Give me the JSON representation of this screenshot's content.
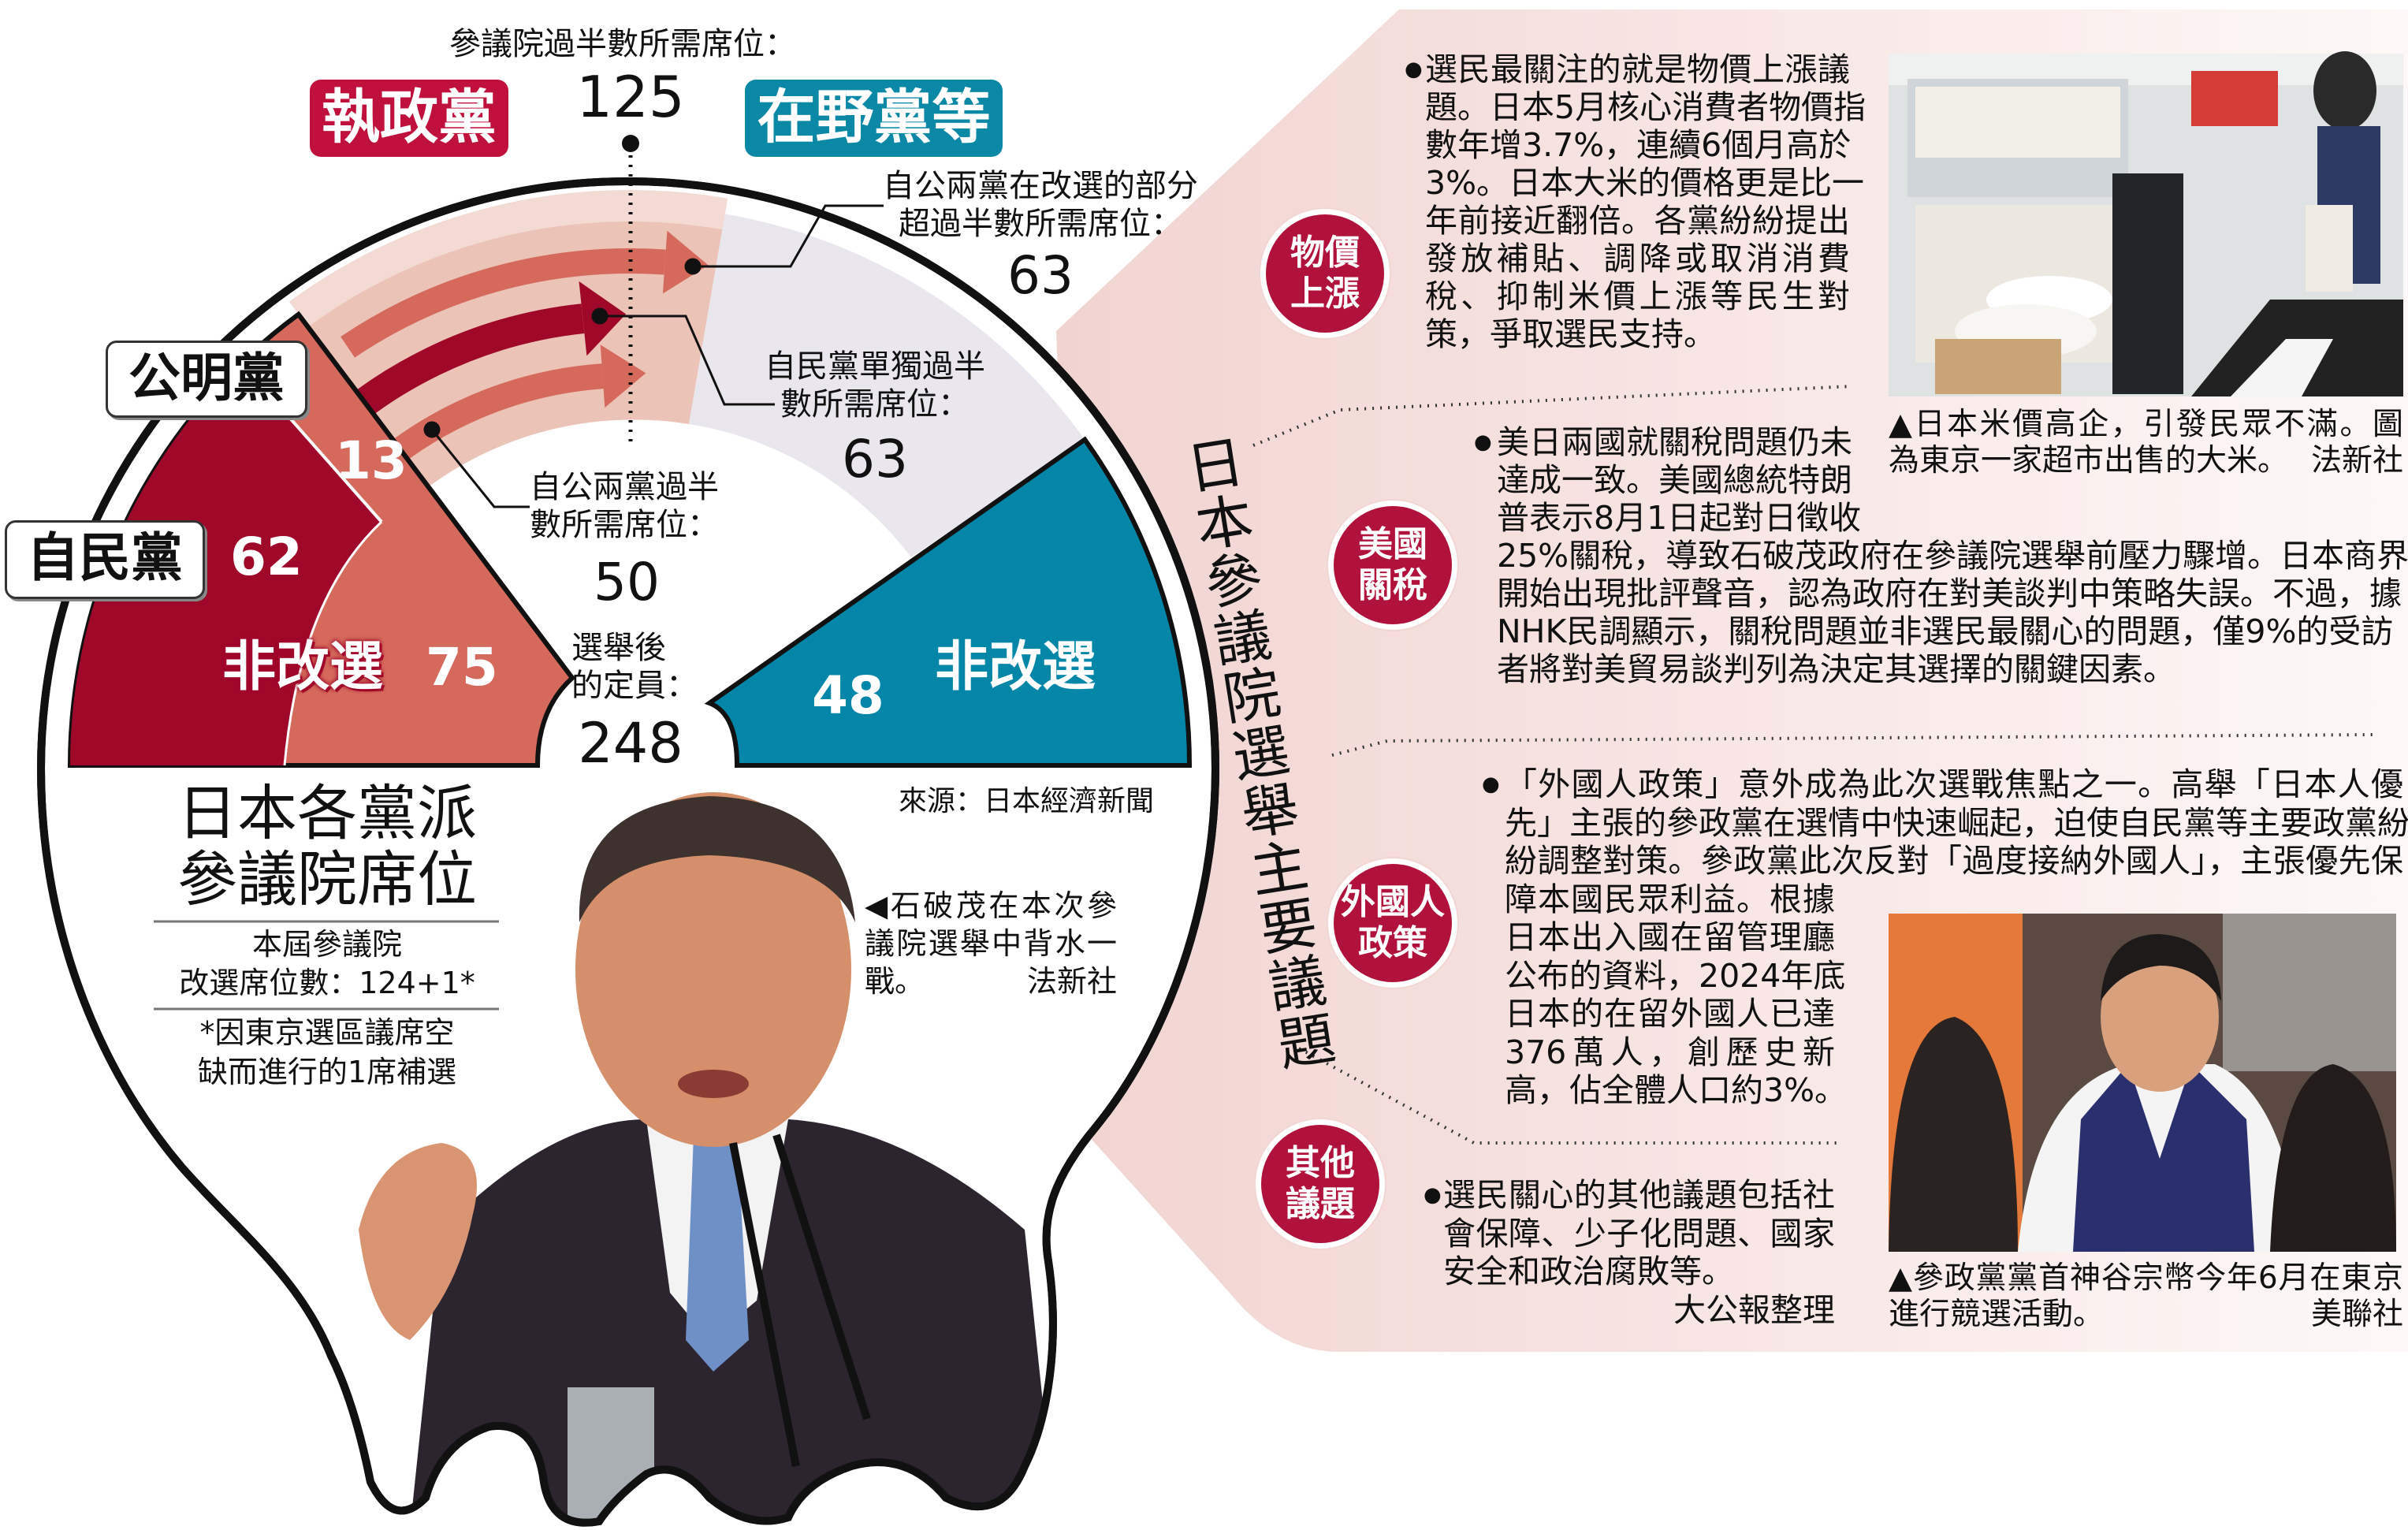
{
  "colors": {
    "ruling": "#c0103c",
    "ldp": "#a0082a",
    "komeito": "#d4695c",
    "opposition": "#0386a8",
    "majority_band": "#ebc3b7",
    "opposition_band": "#e9e6ee",
    "badge": "#b0123c",
    "panel_pink": "#f3dcd8"
  },
  "header": {
    "majority_label": "參議院過半數所需席位：",
    "majority_value": "125",
    "ruling_label": "執政黨",
    "opposition_label": "在野黨等"
  },
  "chart": {
    "komeito_label": "公明黨",
    "komeito_value": "13",
    "ldp_label": "自民黨",
    "ldp_value": "62",
    "ruling_nonelection_label": "非改選",
    "ruling_nonelection_value": "75",
    "opposition_nonelection_label": "非改選",
    "opposition_nonelection_value": "48",
    "total_label": [
      "選舉後",
      "的定員："
    ],
    "total_value": "248",
    "annotations": [
      {
        "lines": [
          "自公兩黨在改選的部分",
          "超過半數所需席位："
        ],
        "value": "63"
      },
      {
        "lines": [
          "自民黨單獨過半",
          "數所需席位："
        ],
        "value": "63"
      },
      {
        "lines": [
          "自公兩黨過半",
          "數所需席位："
        ],
        "value": "50"
      }
    ],
    "source": "來源：日本經濟新聞"
  },
  "title": {
    "lines": [
      "日本各黨派",
      "參議院席位"
    ]
  },
  "note": {
    "lines": [
      "本屆參議院",
      "改選席位數：124+1*"
    ],
    "footnote": [
      "*因東京選區議席空",
      "缺而進行的1席補選"
    ]
  },
  "ishiba_caption": {
    "lines": [
      "◀石破茂在本次參",
      "議院選舉中背水一",
      "戰。"
    ],
    "credit": "法新社"
  },
  "issues_title": "日本參議院選舉主要議題",
  "issues": [
    {
      "badge": [
        "物價",
        "上漲"
      ],
      "lines": [
        "選民最關注的就是物價上漲議",
        "題。日本5月核心消費者物價指",
        "數年增3.7%，連續6個月高於",
        "3%。日本大米的價格更是比一",
        "年前接近翻倍。各黨紛紛提出",
        "發放補貼、調降或取消消費",
        "稅、抑制米價上漲等民生對",
        "策，爭取選民支持。"
      ]
    },
    {
      "badge": [
        "美國",
        "關稅"
      ],
      "lines": [
        "美日兩國就關稅問題仍未",
        "達成一致。美國總統特朗",
        "普表示8月1日起對日徵收",
        "25%關稅，導致石破茂政府在參議院選舉前壓力驟增。日本商界",
        "開始出現批評聲音，認為政府在對美談判中策略失誤。不過，據",
        "NHK民調顯示，關稅問題並非選民最關心的問題，僅9%的受訪",
        "者將對美貿易談判列為決定其選擇的關鍵因素。"
      ]
    },
    {
      "badge": [
        "外國人",
        "政策"
      ],
      "lines": [
        "「外國人政策」意外成為此次選戰焦點之一。高舉「日本人優",
        "先」主張的參政黨在選情中快速崛起，迫使自民黨等主要政黨紛",
        "紛調整對策。參政黨此次反對「過度接納外國人」，主張優先保",
        "障本國民眾利益。根據",
        "日本出入國在留管理廳",
        "公布的資料，2024年底",
        "日本的在留外國人已達",
        "376萬人，創歷史新",
        "高，佔全體人口約3%。"
      ]
    },
    {
      "badge": [
        "其他",
        "議題"
      ],
      "lines": [
        "選民關心的其他議題包括社",
        "會保障、少子化問題、國家",
        "安全和政治腐敗等。"
      ],
      "credit": "大公報整理"
    }
  ],
  "photos": [
    {
      "caption": [
        "▲日本米價高企，引發民眾不滿。圖",
        "為東京一家超市出售的大米。"
      ],
      "credit": "法新社"
    },
    {
      "caption": [
        "▲參政黨黨首神谷宗幣今年6月在東京",
        "進行競選活動。"
      ],
      "credit": "美聯社"
    }
  ]
}
